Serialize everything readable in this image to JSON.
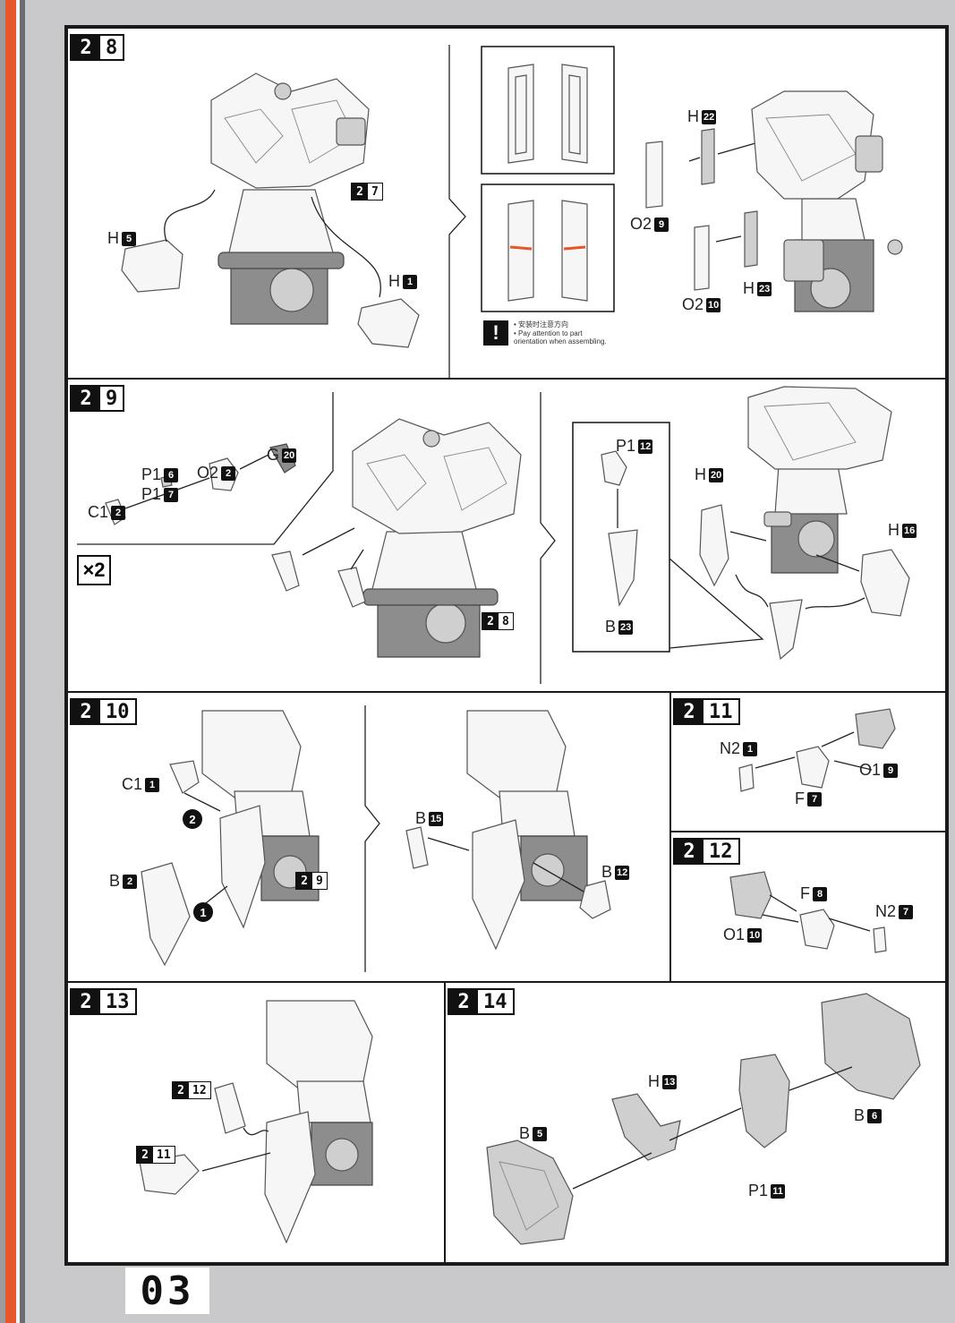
{
  "page_number": "03",
  "steps": {
    "s28": {
      "major": "2",
      "minor": "8"
    },
    "s29": {
      "major": "2",
      "minor": "9"
    },
    "s210": {
      "major": "2",
      "minor": "10"
    },
    "s211": {
      "major": "2",
      "minor": "11"
    },
    "s212": {
      "major": "2",
      "minor": "12"
    },
    "s213": {
      "major": "2",
      "minor": "13"
    },
    "s214": {
      "major": "2",
      "minor": "14"
    }
  },
  "refs": {
    "r27": {
      "major": "2",
      "minor": "7"
    },
    "r28": {
      "major": "2",
      "minor": "8"
    },
    "r29": {
      "major": "2",
      "minor": "9"
    },
    "r212": {
      "major": "2",
      "minor": "12"
    },
    "r211": {
      "major": "2",
      "minor": "11"
    }
  },
  "parts": {
    "s28_h5": {
      "runner": "H",
      "num": "5"
    },
    "s28_h1": {
      "runner": "H",
      "num": "1"
    },
    "s28_h22": {
      "runner": "H",
      "num": "22"
    },
    "s28_o2_9": {
      "runner": "O2",
      "num": "9"
    },
    "s28_o2_10": {
      "runner": "O2",
      "num": "10"
    },
    "s28_h23": {
      "runner": "H",
      "num": "23"
    },
    "s29_p1_6": {
      "runner": "P1",
      "num": "6"
    },
    "s29_p1_7": {
      "runner": "P1",
      "num": "7"
    },
    "s29_o2_2": {
      "runner": "O2",
      "num": "2"
    },
    "s29_g20": {
      "runner": "G",
      "num": "20"
    },
    "s29_c1_2": {
      "runner": "C1",
      "num": "2"
    },
    "s29_p1_12": {
      "runner": "P1",
      "num": "12"
    },
    "s29_b23": {
      "runner": "B",
      "num": "23"
    },
    "s29_h20": {
      "runner": "H",
      "num": "20"
    },
    "s29_h16": {
      "runner": "H",
      "num": "16"
    },
    "s210_c1_1": {
      "runner": "C1",
      "num": "1"
    },
    "s210_b2": {
      "runner": "B",
      "num": "2"
    },
    "s210_b15": {
      "runner": "B",
      "num": "15"
    },
    "s210_b12": {
      "runner": "B",
      "num": "12"
    },
    "s211_n2_1": {
      "runner": "N2",
      "num": "1"
    },
    "s211_o1_9": {
      "runner": "O1",
      "num": "9"
    },
    "s211_f7": {
      "runner": "F",
      "num": "7"
    },
    "s212_f8": {
      "runner": "F",
      "num": "8"
    },
    "s212_n2_7": {
      "runner": "N2",
      "num": "7"
    },
    "s212_o1_10": {
      "runner": "O1",
      "num": "10"
    },
    "s214_h13": {
      "runner": "H",
      "num": "13"
    },
    "s214_b6": {
      "runner": "B",
      "num": "6"
    },
    "s214_b5": {
      "runner": "B",
      "num": "5"
    },
    "s214_p1_11": {
      "runner": "P1",
      "num": "11"
    }
  },
  "multiplier": "×2",
  "sequence": {
    "one": "1",
    "two": "2"
  },
  "warning": {
    "mark": "!",
    "zh": "• 安装时注意方向",
    "en1": "• Pay attention to part",
    "en2": "orientation when assembling."
  }
}
